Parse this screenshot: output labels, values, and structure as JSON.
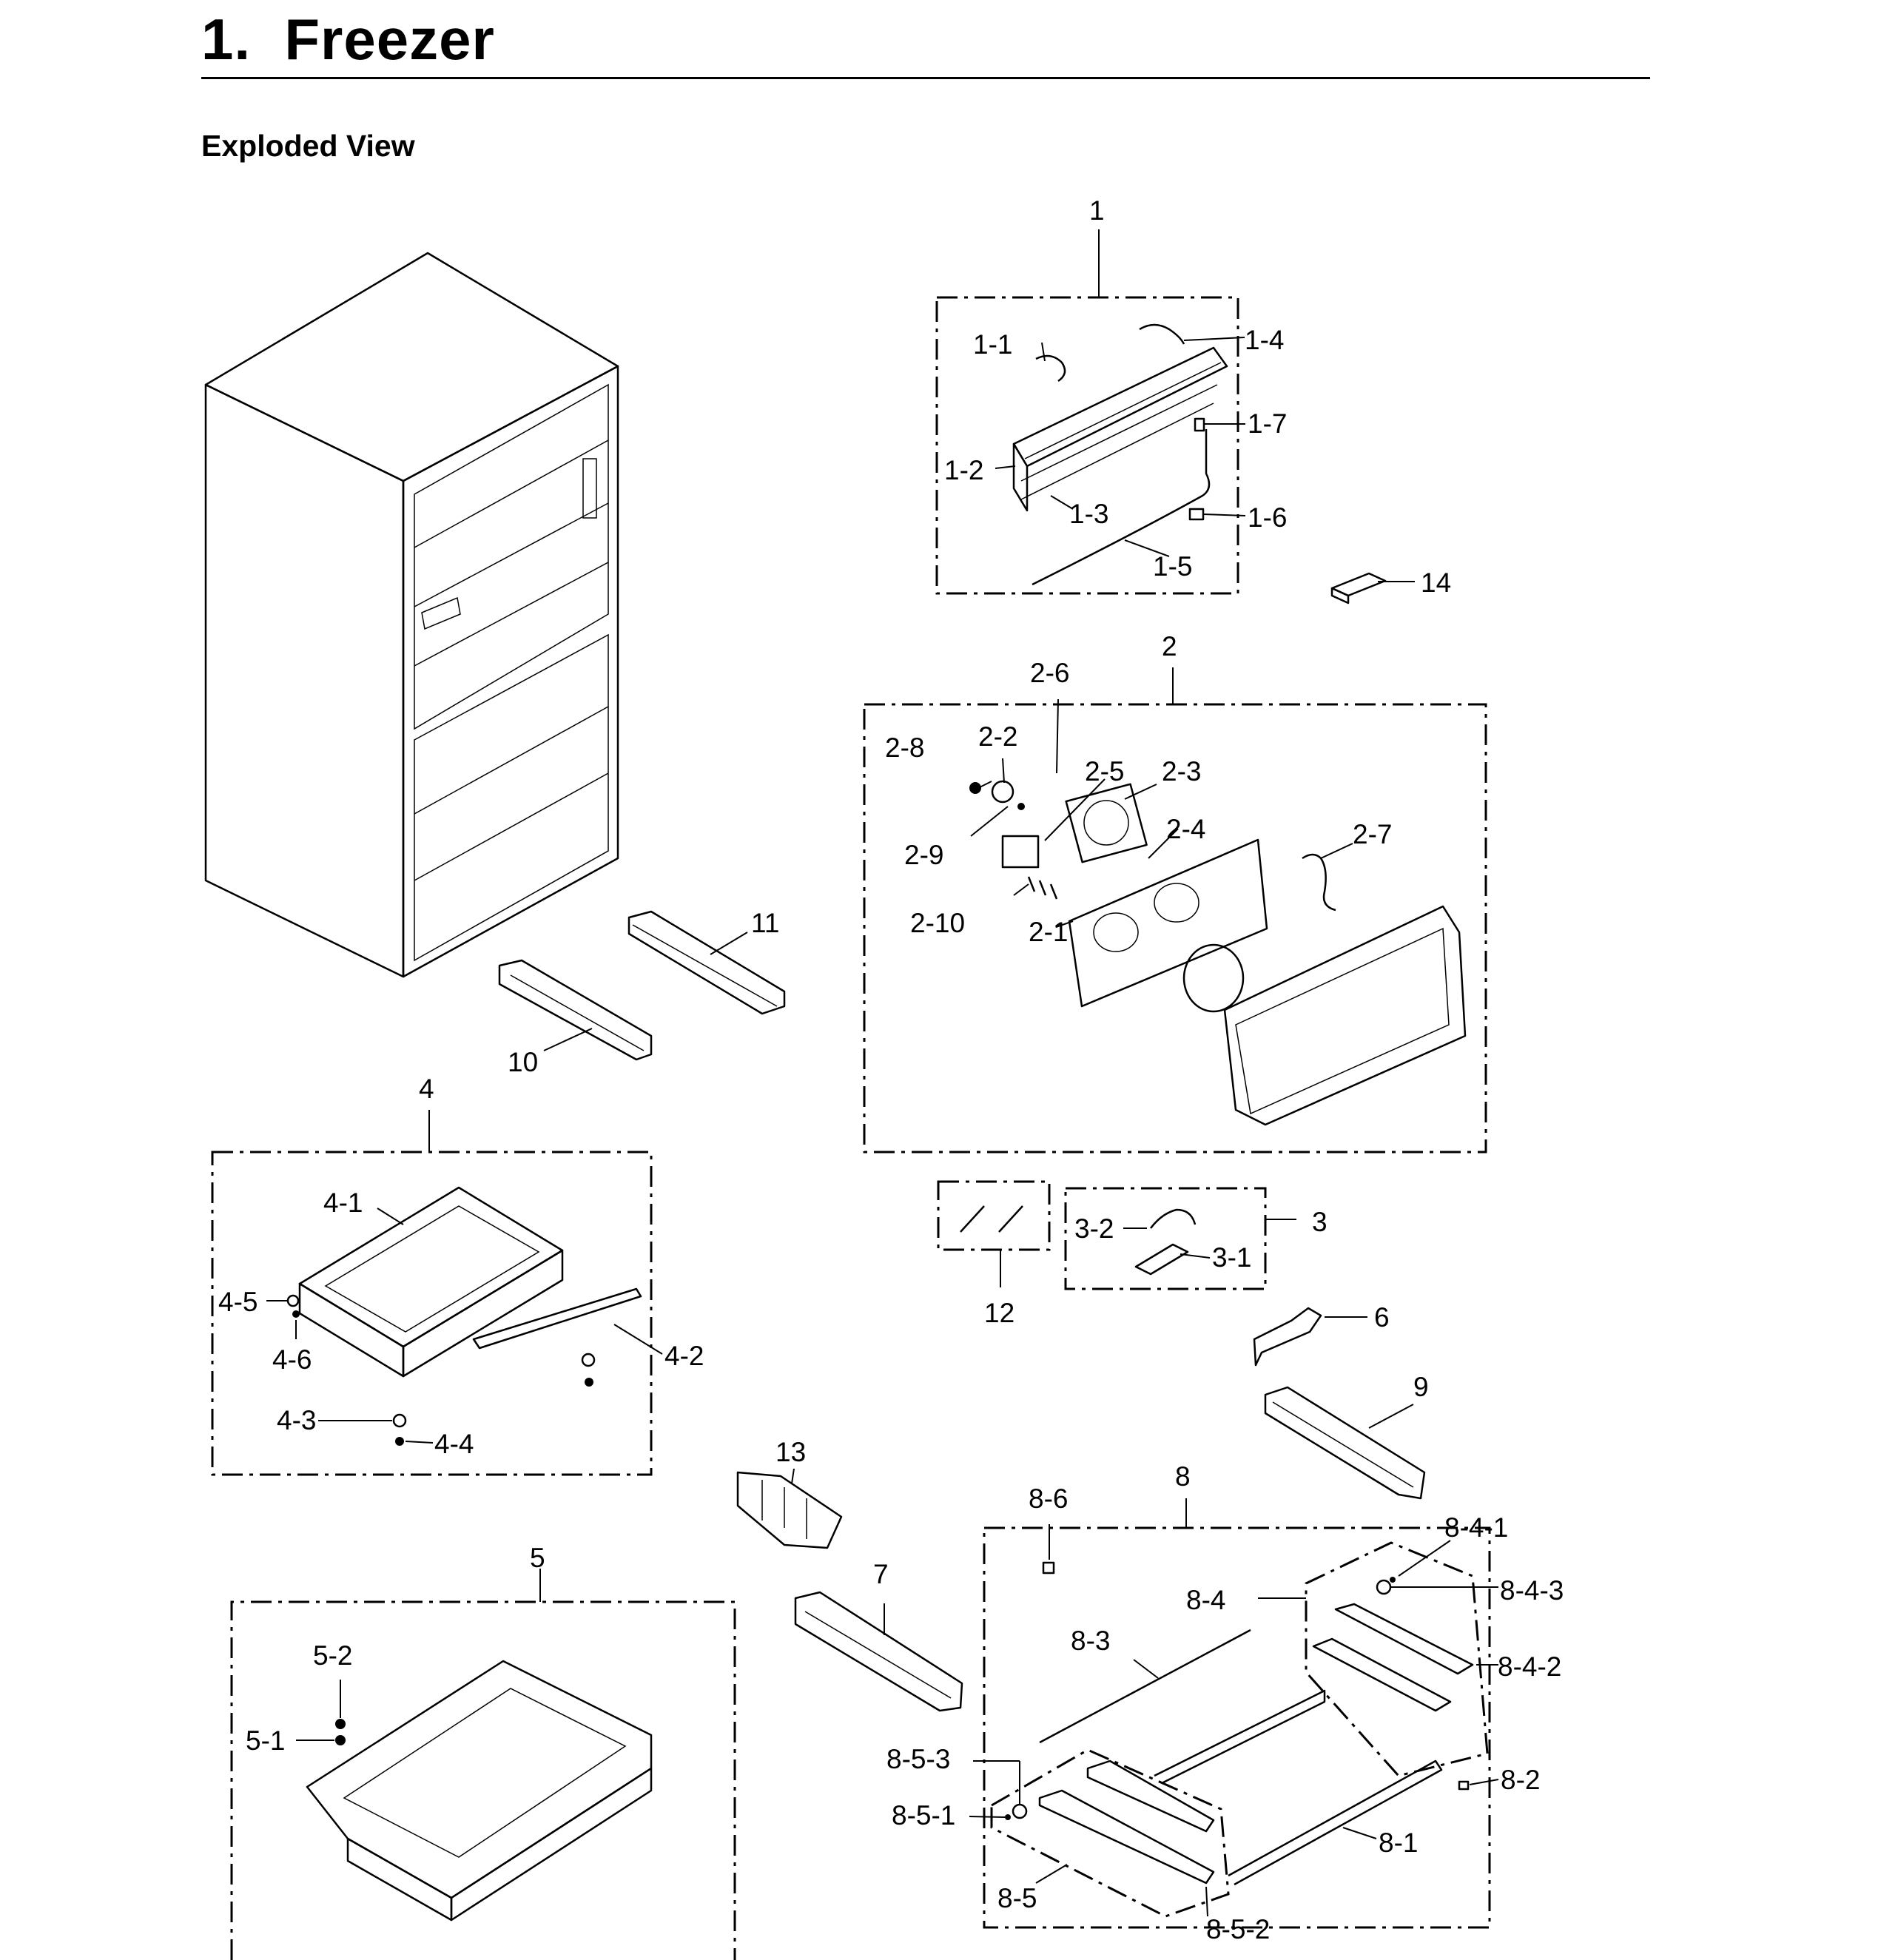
{
  "header": {
    "title": "1.  Freezer",
    "subtitle": "Exploded View"
  },
  "callouts": {
    "c1": "1",
    "c1_1": "1-1",
    "c1_2": "1-2",
    "c1_3": "1-3",
    "c1_4": "1-4",
    "c1_5": "1-5",
    "c1_6": "1-6",
    "c1_7": "1-7",
    "c2": "2",
    "c2_1": "2-1",
    "c2_2": "2-2",
    "c2_3": "2-3",
    "c2_4": "2-4",
    "c2_5": "2-5",
    "c2_6": "2-6",
    "c2_7": "2-7",
    "c2_8": "2-8",
    "c2_9": "2-9",
    "c2_10": "2-10",
    "c3": "3",
    "c3_1": "3-1",
    "c3_2": "3-2",
    "c4": "4",
    "c4_1": "4-1",
    "c4_2": "4-2",
    "c4_3": "4-3",
    "c4_4": "4-4",
    "c4_5": "4-5",
    "c4_6": "4-6",
    "c5": "5",
    "c5_1": "5-1",
    "c5_2": "5-2",
    "c6": "6",
    "c7": "7",
    "c8": "8",
    "c8_1": "8-1",
    "c8_2": "8-2",
    "c8_3": "8-3",
    "c8_4": "8-4",
    "c8_4_1": "8-4-1",
    "c8_4_2": "8-4-2",
    "c8_4_3": "8-4-3",
    "c8_5": "8-5",
    "c8_5_1": "8-5-1",
    "c8_5_2": "8-5-2",
    "c8_5_3": "8-5-3",
    "c8_6": "8-6",
    "c9": "9",
    "c10": "10",
    "c11": "11",
    "c12": "12",
    "c13": "13",
    "c14": "14"
  }
}
